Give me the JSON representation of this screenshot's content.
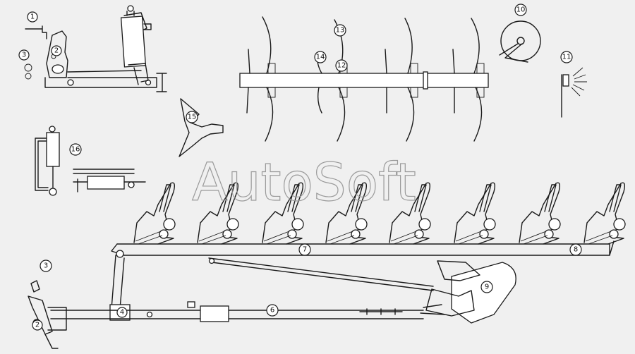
{
  "watermark": "AutoSoft",
  "callouts": {
    "c1": "1",
    "c2a": "2",
    "c3a": "3",
    "c3b": "3",
    "c2b": "2",
    "c4": "4",
    "c6": "6",
    "c7": "7",
    "c8": "8",
    "c9": "9",
    "c10": "10",
    "c11": "11",
    "c12": "12",
    "c13": "13",
    "c14": "14",
    "c15": "15",
    "c16": "16"
  }
}
